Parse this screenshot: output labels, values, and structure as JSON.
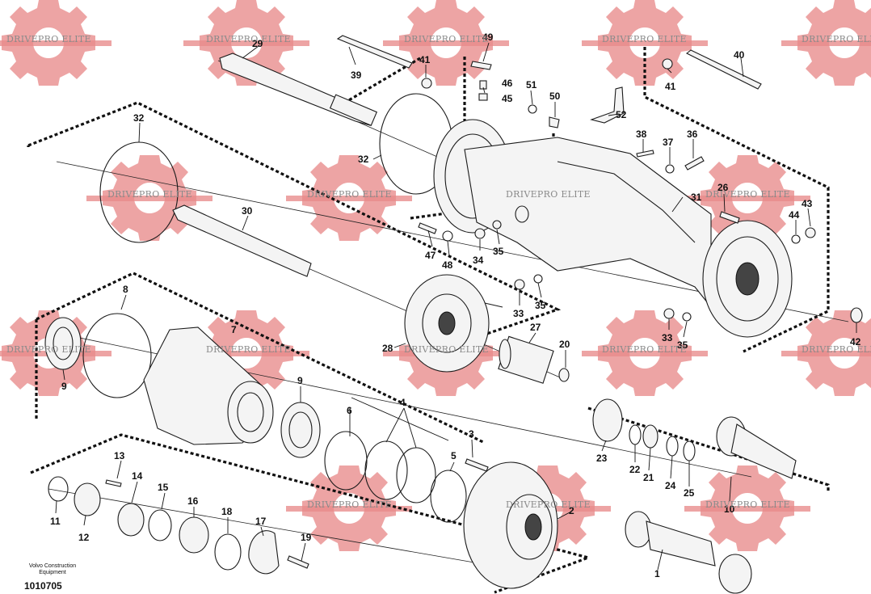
{
  "watermark": {
    "text": "DRIVEPRO ELITE",
    "color": "#e88a8a"
  },
  "footer": {
    "brand_line1": "Volvo Construction",
    "brand_line2": "Equipment",
    "doc_number": "1010705"
  },
  "callouts": [
    "1",
    "2",
    "3",
    "4",
    "5",
    "6",
    "7",
    "8",
    "9",
    "9",
    "10",
    "11",
    "12",
    "13",
    "14",
    "15",
    "16",
    "17",
    "18",
    "19",
    "20",
    "21",
    "22",
    "23",
    "24",
    "25",
    "26",
    "27",
    "28",
    "29",
    "30",
    "31",
    "32",
    "32",
    "33",
    "33",
    "34",
    "35",
    "35",
    "35",
    "36",
    "37",
    "38",
    "39",
    "40",
    "41",
    "41",
    "42",
    "43",
    "44",
    "45",
    "46",
    "47",
    "48",
    "49",
    "50",
    "51",
    "52"
  ]
}
